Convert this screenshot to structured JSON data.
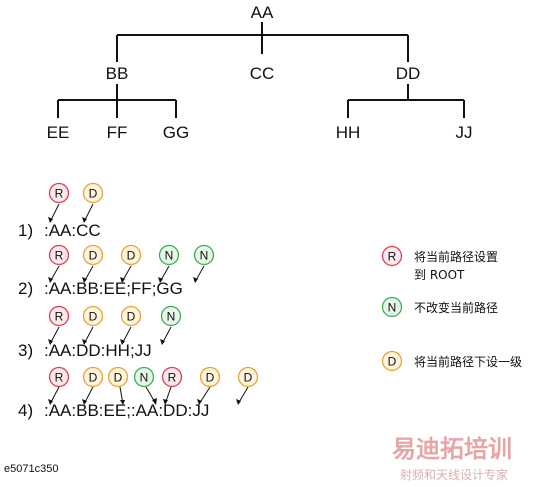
{
  "colors": {
    "R": "#d94052",
    "D": "#e8a23a",
    "N": "#3cae58",
    "R_fill": "#fde9ec",
    "D_fill": "#fff4dc",
    "N_fill": "#e6f6e8"
  },
  "tree": {
    "root": "AA",
    "level1": [
      "BB",
      "CC",
      "DD"
    ],
    "bb_children": [
      "EE",
      "FF",
      "GG"
    ],
    "dd_children": [
      "HH",
      "JJ"
    ]
  },
  "commands": [
    {
      "number": "1)",
      "text": ":AA:CC"
    },
    {
      "number": "2)",
      "text": ":AA:BB:EE;FF;GG"
    },
    {
      "number": "3)",
      "text": ":AA:DD:HH;JJ"
    },
    {
      "number": "4)",
      "text": ":AA:BB:EE;:AA:DD:JJ"
    }
  ],
  "badge_letters": {
    "R": "R",
    "D": "D",
    "N": "N"
  },
  "legend": [
    {
      "symbol": "R",
      "line1": "将当前路径设置",
      "line2": "到 ROOT"
    },
    {
      "symbol": "N",
      "line1": "不改变当前路径",
      "line2": ""
    },
    {
      "symbol": "D",
      "line1": "将当前路径下设一级",
      "line2": ""
    }
  ],
  "figure_id": "e5071c350",
  "watermark": {
    "top": "易迪拓培训",
    "bottom": "射频和天线设计专家"
  }
}
